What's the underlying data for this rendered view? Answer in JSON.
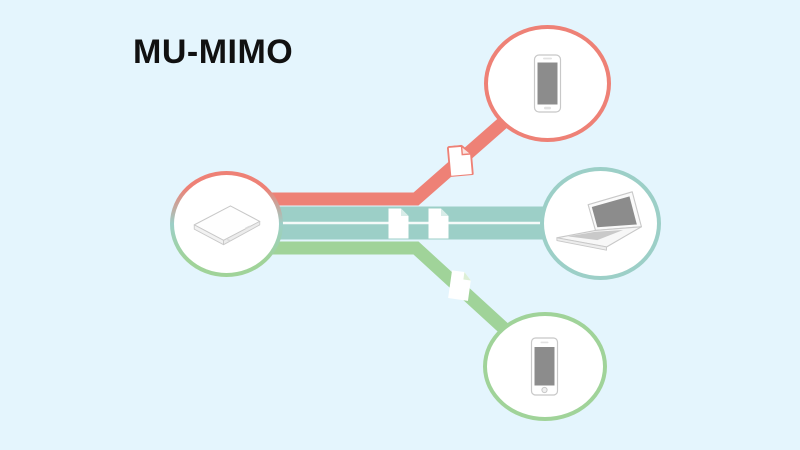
{
  "title": "MU-MIMO",
  "colors": {
    "background": "#e4f5fd",
    "salmon": "#ee8176",
    "salmon_light": "#fbe3e0",
    "teal": "#9ccfc7",
    "teal_light": "#d8ece8",
    "green": "#a0d399",
    "green_light": "#dcefd6",
    "node_fill": "#ffffff",
    "device_screen": "#8c8c8c",
    "device_outline": "#c8c8c8",
    "title_color": "#111111",
    "stream_divider": "#ffffff"
  },
  "nodes": {
    "router": {
      "icon": "wireless-router-icon"
    },
    "phone_top": {
      "icon": "smartphone-icon"
    },
    "laptop": {
      "icon": "laptop-icon"
    },
    "phone_bottom": {
      "icon": "smartphone-icon"
    }
  },
  "streams": [
    {
      "name": "stream-to-phone-top",
      "color": "#ee8176",
      "documents": 1
    },
    {
      "name": "stream-to-laptop",
      "color": "#9ccfc7",
      "documents": 2
    },
    {
      "name": "stream-to-phone-bottom",
      "color": "#a0d399",
      "documents": 1
    }
  ]
}
